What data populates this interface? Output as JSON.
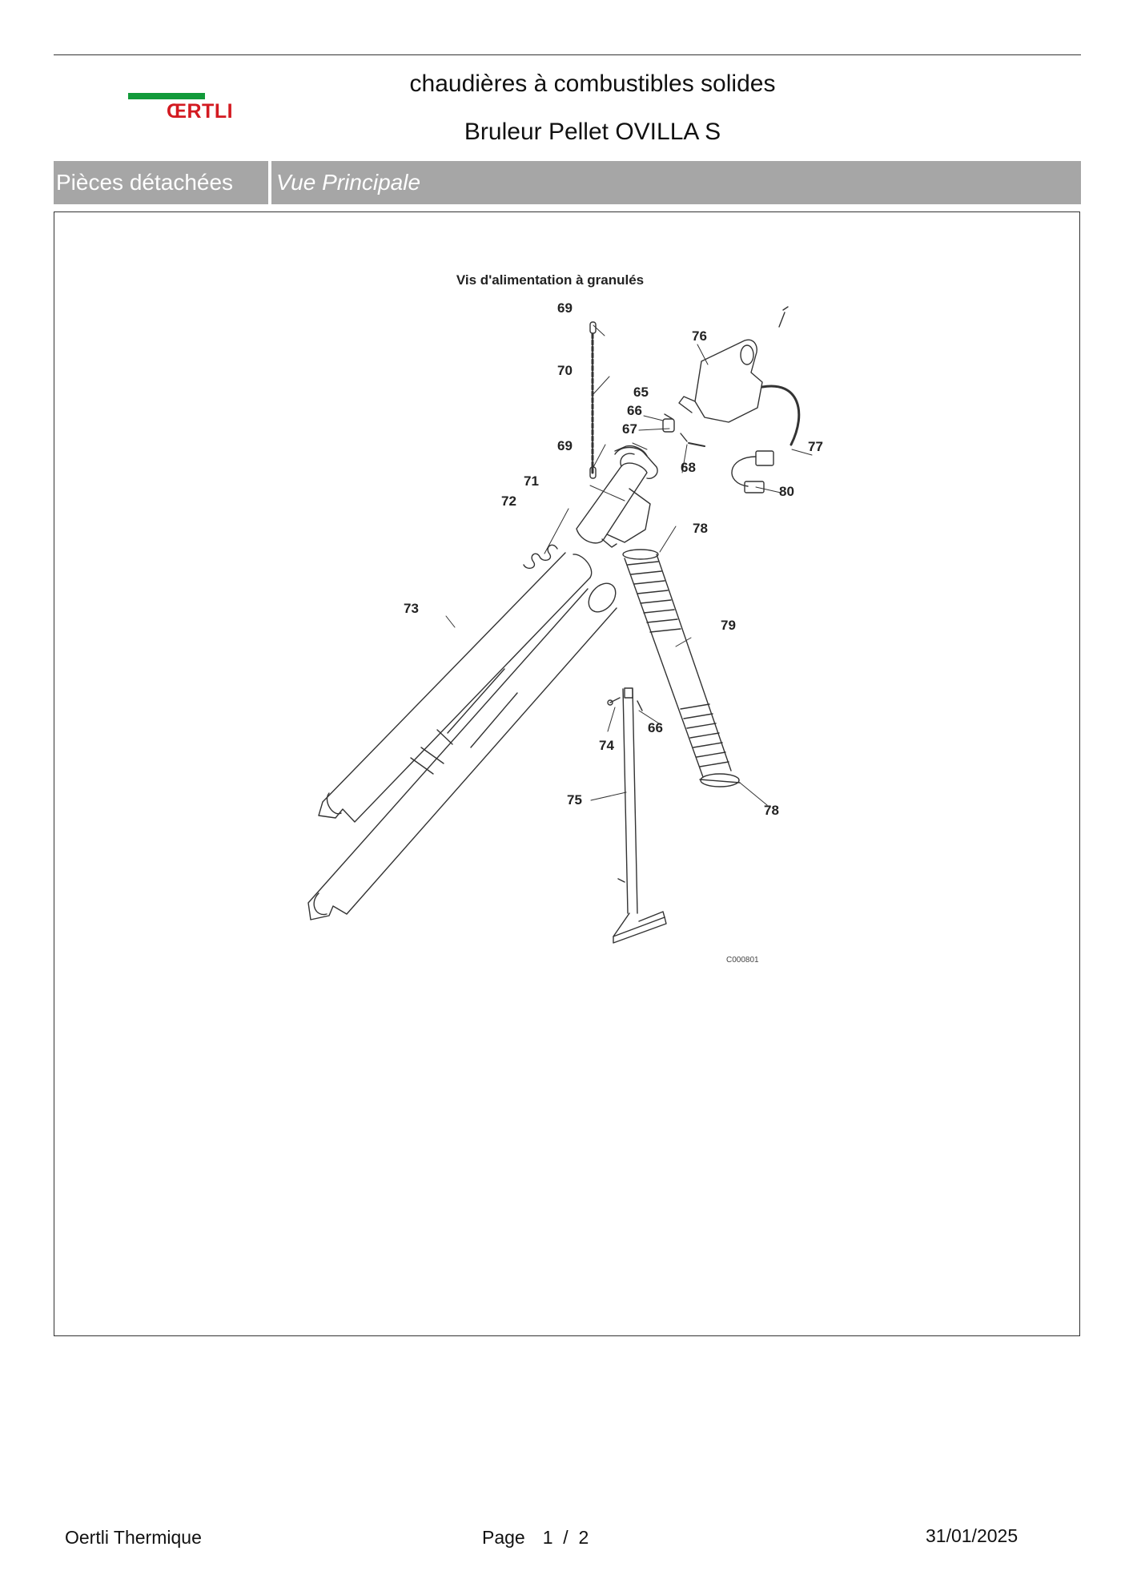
{
  "header": {
    "logo_text": "ŒRTLI",
    "title": "chaudières à combustibles solides",
    "subtitle": "Bruleur Pellet OVILLA S"
  },
  "section_bar": {
    "category": "Pièces détachées",
    "view": "Vue Principale"
  },
  "diagram": {
    "caption": "Vis d'alimentation à granulés",
    "drawing_code": "C000801",
    "part_labels": [
      "69",
      "70",
      "69",
      "65",
      "66",
      "67",
      "68",
      "76",
      "77",
      "80",
      "71",
      "72",
      "78",
      "73",
      "79",
      "74",
      "66",
      "75",
      "78"
    ]
  },
  "footer": {
    "company": "Oertli Thermique",
    "page_label": "Page",
    "page_number": "1  /  2",
    "date": "31/01/2025"
  },
  "colors": {
    "logo_green": "#129a3a",
    "logo_red": "#d31a21",
    "bar_gray": "#a6a6a6"
  }
}
